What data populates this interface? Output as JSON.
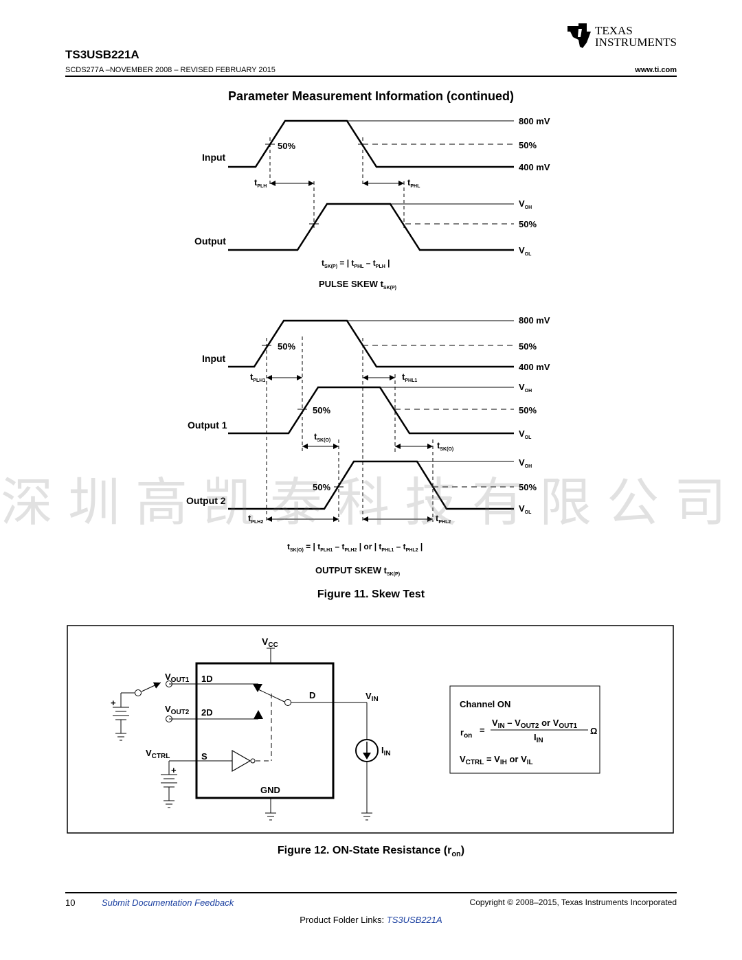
{
  "header": {
    "part_number": "TS3USB221A",
    "doc_info": "SCDS277A –NOVEMBER 2008 – REVISED FEBRUARY 2015",
    "website": "www.ti.com",
    "logo_line1": "TEXAS",
    "logo_line2": "INSTRUMENTS"
  },
  "section_title": "Parameter Measurement Information (continued)",
  "figure11": {
    "caption": "Figure 11.  Skew Test",
    "pulse": {
      "input_label": "Input",
      "output_label": "Output",
      "lvl_800": "800 mV",
      "lvl_50": "50%",
      "lvl_400": "400 mV",
      "pct_50": "50%",
      "voh": "V",
      "voh_sub": "OH",
      "vol": "V",
      "vol_sub": "OL",
      "tplh": "t",
      "tplh_sub": "PLH",
      "tphl": "t",
      "tphl_sub": "PHL",
      "formula": "t",
      "formula_sub": "SK(P)",
      "formula_rest1": " = | t",
      "formula_sub2": "PHL",
      "formula_rest2": " – t",
      "formula_sub3": "PLH",
      "formula_rest3": " |",
      "title": "PULSE SKEW t",
      "title_sub": "SK(P)"
    },
    "output_skew": {
      "input_label": "Input",
      "output1_label": "Output 1",
      "output2_label": "Output 2",
      "lvl_800": "800 mV",
      "lvl_50": "50%",
      "lvl_400": "400 mV",
      "pct_50": "50%",
      "voh": "V",
      "voh_sub": "OH",
      "vol": "V",
      "vol_sub": "OL",
      "tplh1": "PLH1",
      "tphl1": "PHL1",
      "tplh2": "PLH2",
      "tphl2": "PHL2",
      "tsko": "SK(O)",
      "t": "t",
      "formula_a": " = | t",
      "formula_b": " – t",
      "formula_c": " | or | t",
      "formula_d": " – t",
      "formula_e": " |",
      "title": "OUTPUT SKEW t",
      "title_sub": "SK(P)"
    }
  },
  "figure12": {
    "caption": "Figure 12.  ON-State Resistance (r",
    "caption_sub": "on",
    "caption_end": ")",
    "vcc": "V",
    "vcc_sub": "CC",
    "vout1": "V",
    "vout1_sub": "OUT1",
    "vout2": "V",
    "vout2_sub": "OUT2",
    "vctrl": "V",
    "vctrl_sub": "CTRL",
    "pin_1d": "1D",
    "pin_2d": "2D",
    "pin_s": "S",
    "pin_d": "D",
    "gnd": "GND",
    "vin": "V",
    "vin_sub": "IN",
    "iin": "I",
    "iin_sub": "IN",
    "plus": "+",
    "box_title": "Channel ON",
    "r": "r",
    "r_sub": "on",
    "eq": "=",
    "num_a": "V",
    "num_a_sub": "IN",
    "num_b": " – V",
    "num_b_sub": "OUT2",
    "num_c": " or V",
    "num_c_sub": "OUT1",
    "den": "I",
    "den_sub": "IN",
    "ohm": "Ω",
    "vctrl_eq_a": "V",
    "vctrl_eq_sub": "CTRL",
    "vctrl_eq_b": " = V",
    "vctrl_eq_sub2": "IH",
    "vctrl_eq_c": " or V",
    "vctrl_eq_sub3": "IL"
  },
  "watermark": "深圳高凯泰科技有限公司",
  "footer": {
    "page": "10",
    "feedback": "Submit Documentation Feedback",
    "copyright": "Copyright © 2008–2015, Texas Instruments Incorporated",
    "folder_label": "Product Folder Links: ",
    "folder_link": "TS3USB221A"
  }
}
